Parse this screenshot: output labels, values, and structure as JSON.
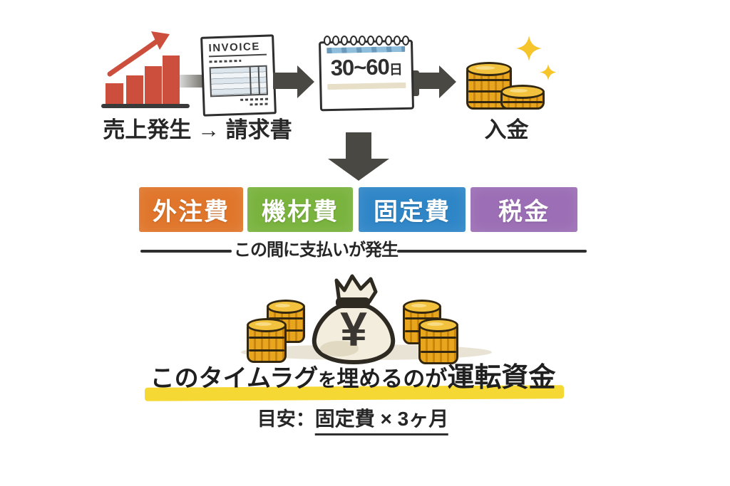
{
  "flow": {
    "sales_label": "売上発生 → 請求書",
    "invoice_title": "INVOICE",
    "calendar_days": "30~60",
    "calendar_unit": "日",
    "deposit_label": "入金"
  },
  "expenses": {
    "items": [
      {
        "label": "外注費",
        "color": "#E0762B"
      },
      {
        "label": "機材費",
        "color": "#7AB33E"
      },
      {
        "label": "固定費",
        "color": "#2F86C7"
      },
      {
        "label": "税金",
        "color": "#9C6EB5"
      }
    ],
    "divider_label": "この間に支払いが発生"
  },
  "money_bag": {
    "currency_symbol": "¥"
  },
  "headline": {
    "part1": "このタイムラグ",
    "part2": "を",
    "part3": "埋めるのが",
    "part4": "運転資金",
    "highlight_color": "#F6D835"
  },
  "note": {
    "prefix": "目安：",
    "formula": "固定費 × 3ヶ月"
  },
  "colors": {
    "bar_red": "#CC4F3D",
    "arrow_gray": "#4a4843",
    "coin_gold": "#E8A61E",
    "sparkle_yellow": "#F5C52B"
  }
}
